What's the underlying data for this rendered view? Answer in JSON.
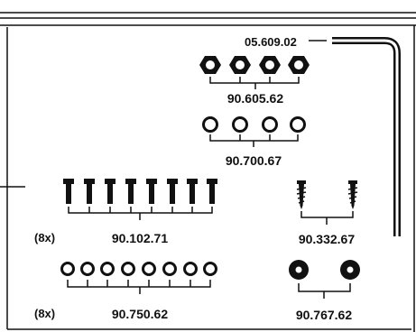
{
  "parts": {
    "allen_key": {
      "code": "05.609.02",
      "icon": "allen-key-icon"
    },
    "hex_nuts": {
      "code": "90.605.62",
      "count_drawn": 4,
      "icon": "hex-nut-icon"
    },
    "rings": {
      "code": "90.700.67",
      "count_drawn": 4,
      "icon": "ring-washer-icon"
    },
    "bolts": {
      "code": "90.102.71",
      "count_drawn": 8,
      "quantity": "(8x)",
      "icon": "bolt-icon"
    },
    "screws": {
      "code": "90.332.67",
      "count_drawn": 2,
      "icon": "wood-screw-icon"
    },
    "washers": {
      "code": "90.750.62",
      "count_drawn": 8,
      "quantity": "(8x)",
      "icon": "flat-washer-icon"
    },
    "thick_washers": {
      "code": "90.767.62",
      "count_drawn": 2,
      "icon": "thick-washer-icon"
    }
  },
  "colors": {
    "ink": "#111111",
    "paper": "#ffffff"
  }
}
